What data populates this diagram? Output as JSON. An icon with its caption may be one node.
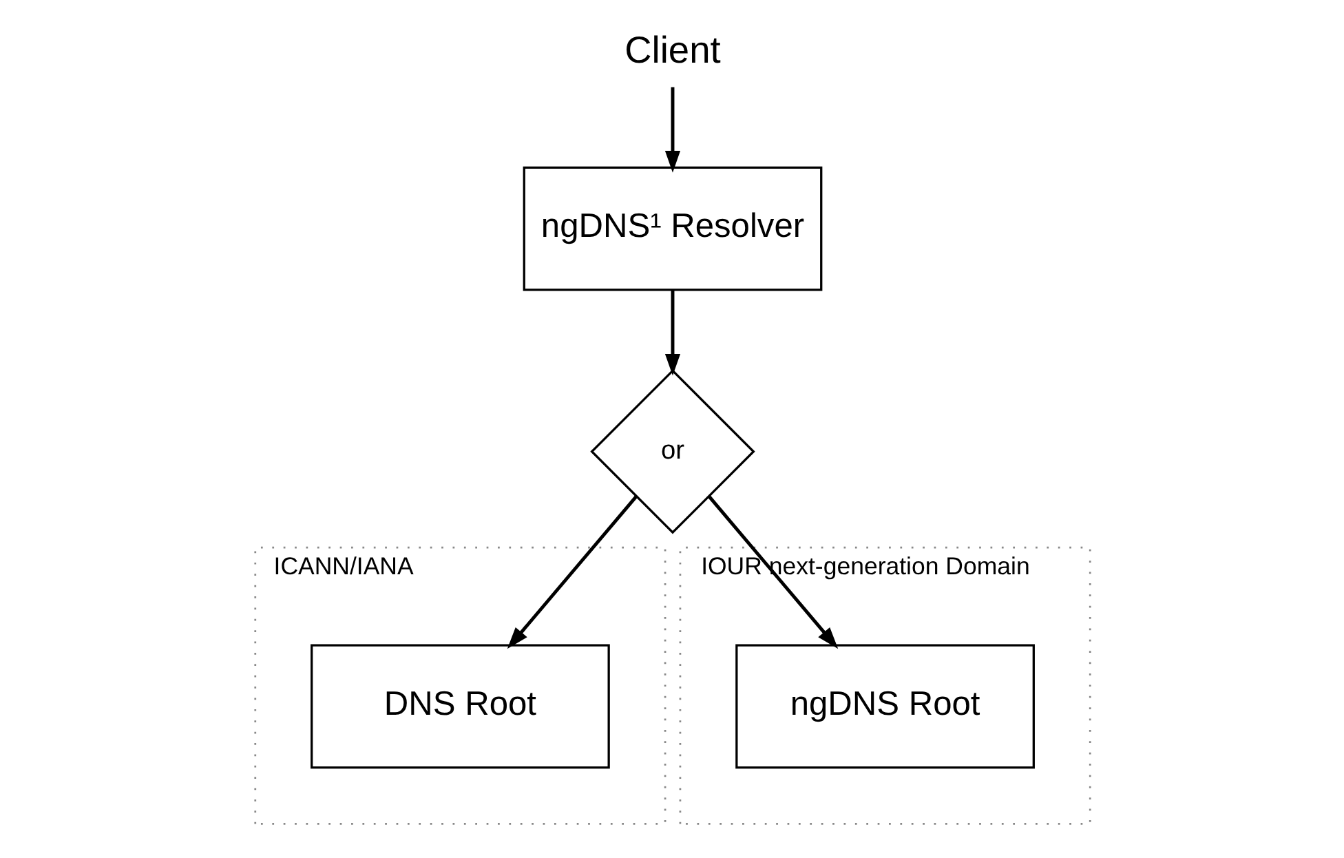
{
  "diagram": {
    "nodes": [
      {
        "text": [
          "Client"
        ]
      },
      {
        "text": [
          "ICANN/IANA"
        ]
      },
      {
        "text": [
          "IOUR next-generation Domain"
        ]
      },
      {
        "text": [
          "ngDNS¹ Resolver"
        ]
      },
      {
        "text": [
          "DNS Root"
        ],
        "in": 1
      },
      {
        "text": [
          "or"
        ]
      },
      {
        "text": [
          "ngDNS Root"
        ],
        "in": 2
      }
    ],
    "edges": [
      {
        "from": 0,
        "to": 3,
        "arrow": "to"
      },
      {
        "from": 3,
        "to": 5,
        "arrow": "to"
      },
      {
        "from": 5,
        "to": 4,
        "arrow": "to"
      },
      {
        "from": 5,
        "to": 6,
        "arrow": "to"
      }
    ]
  }
}
